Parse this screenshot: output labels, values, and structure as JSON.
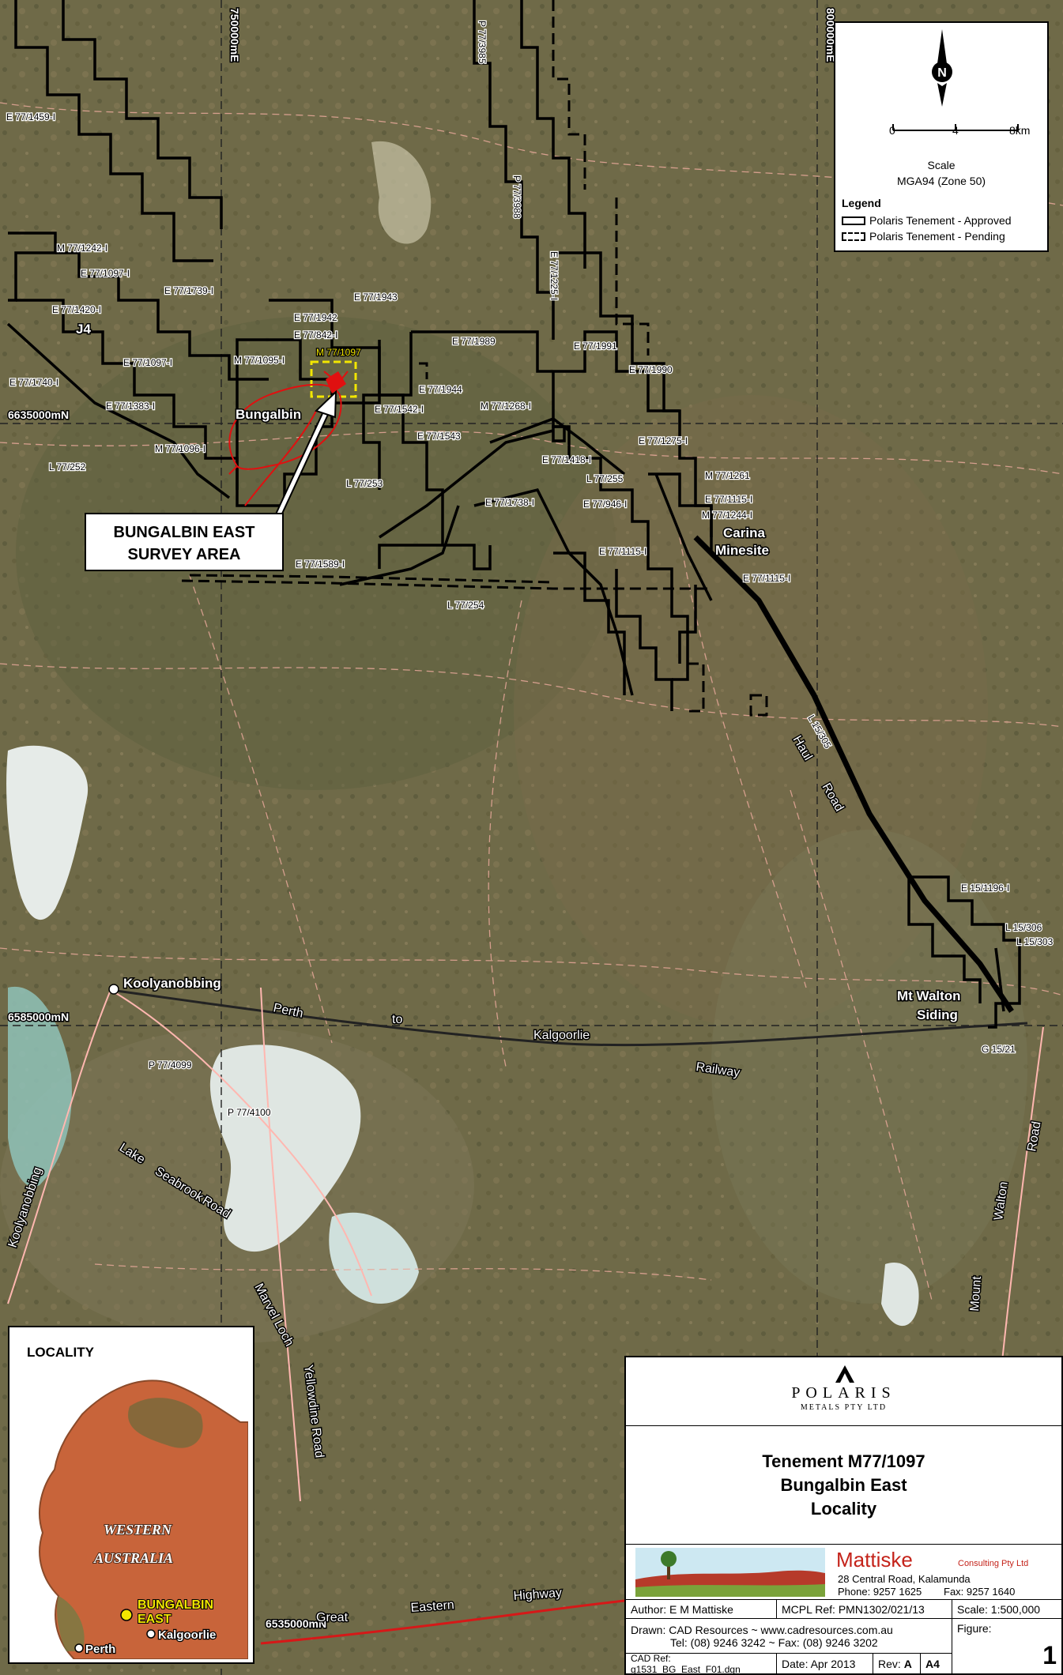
{
  "map": {
    "grid_labels": {
      "e750": "750000mE",
      "e800": "800000mE",
      "n6635": "6635000mN",
      "n6585": "6585000mN",
      "n6535": "6535000mN"
    },
    "places": {
      "bungalbin": "Bungalbin",
      "j4": "J4",
      "carina": "Carina",
      "minesite": "Minesite",
      "koolyanobbing": "Koolyanobbing",
      "mt_walton": "Mt Walton",
      "siding": "Siding"
    },
    "callout": {
      "line1": "BUNGALBIN EAST",
      "line2": "SURVEY AREA"
    },
    "roads": {
      "perth": "Perth",
      "to": "to",
      "kalgoorlie": "Kalgoorlie",
      "railway": "Railway",
      "haul": "Haul",
      "road": "Road",
      "lake": "Lake",
      "seabrook": "Seabrook",
      "road2": "Road",
      "marvel_loch": "Marvel Loch",
      "yellowdine_road": "Yellowdine Road",
      "koolyanobbing_road": "Koolyanobbing",
      "great": "Great",
      "eastern": "Eastern",
      "highway": "Highway",
      "mount": "Mount",
      "walton": "Walton",
      "road3": "Road"
    },
    "tenements": {
      "t1": "E 77/1459-I",
      "t2": "M 77/1242-I",
      "t3": "E 77/1097-I",
      "t4": "E 77/1739-I",
      "t5": "E 77/1420-I",
      "t6": "E 77/1942",
      "t7": "E 77/1943",
      "t8": "E 77/842-I",
      "t9": "M 77/1095-I",
      "t10": "M 77/1097",
      "t11": "E 77/1097-I",
      "t12": "E 77/1740-I",
      "t13": "E 77/1383-I",
      "t14": "E 77/1944",
      "t15": "E 77/1542-I",
      "t16": "E 77/1543",
      "t17": "M 77/1096-I",
      "t18": "L 77/252",
      "t19": "L 77/253",
      "t20": "E 77/1989",
      "t21": "M 77/1268-I",
      "t22": "E 77/1991",
      "t23": "E 77/1990",
      "t24": "E 77/1275-I",
      "t25": "E 77/1418-I",
      "t26": "L 77/255",
      "t27": "E 77/946-I",
      "t28": "M 77/1261",
      "t29": "E 77/1115-I",
      "t30": "M 77/1244-I",
      "t31": "E 77/1738-I",
      "t32": "E 77/1115-I",
      "t33": "E 77/1115-I",
      "t34": "E 77/1589-I",
      "t35": "L 77/254",
      "t36": "P 77/3985",
      "t37": "P 77/3988",
      "t38": "E 77/1225-I",
      "t39": "L 15/305",
      "t40": "E 15/1196-I",
      "t41": "L 15/306",
      "t42": "L 15/303",
      "t43": "G 15/21",
      "t44": "P 77/4099",
      "t45": "P 77/4100"
    }
  },
  "legend": {
    "north": "N",
    "scale_ticks": [
      "0",
      "4",
      "8km"
    ],
    "scale_word": "Scale",
    "projection": "MGA94 (Zone 50)",
    "heading": "Legend",
    "approved": "Polaris Tenement - Approved",
    "pending": "Polaris Tenement - Pending"
  },
  "inset": {
    "title": "LOCALITY",
    "wa1": "WESTERN",
    "wa2": "AUSTRALIA",
    "site1": "BUNGALBIN",
    "site2": "EAST",
    "perth": "Perth",
    "kalgoorlie": "Kalgoorlie"
  },
  "titleblock": {
    "company": "POLARIS",
    "company_sub": "METALS PTY LTD",
    "title1": "Tenement M77/1097",
    "title2": "Bungalbin East",
    "title3": "Locality",
    "consultant": "Mattiske",
    "consultant_sub": "Consulting Pty Ltd",
    "address": "28 Central Road, Kalamunda",
    "phone": "Phone: 9257 1625",
    "fax": "Fax: 9257 1640",
    "author": "Author:  E M Mattiske",
    "mcpl": "MCPL Ref: PMN1302/021/13",
    "scale": "Scale: 1:500,000",
    "drawn1": "Drawn:  CAD Resources ~ www.cadresources.com.au",
    "drawn2": "Tel: (08) 9246 3242 ~ Fax: (08) 9246 3202",
    "figure_label": "Figure:",
    "figure_num": "1",
    "cadref": "CAD Ref: g1531_BG_East_F01.dgn",
    "date": "Date: Apr 2013",
    "rev_label": "Rev:",
    "rev": "A",
    "paper": "A4"
  },
  "colors": {
    "terrain": "#6f6a48",
    "lake": "#e6ebe8",
    "tenement": "#000000",
    "survey_box": "#f2e600",
    "red_track": "#e01010",
    "highway_red": "#d61818",
    "wa_fill": "#c8643a"
  }
}
